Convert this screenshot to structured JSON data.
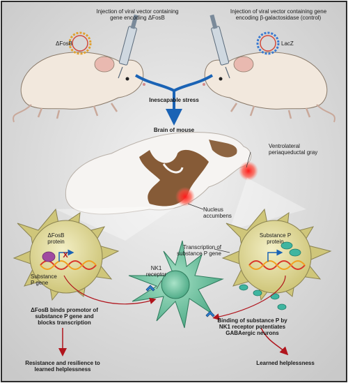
{
  "injection_fosb": "Injection of viral vector containing gene encoding ΔFosB",
  "injection_lacz": "Injection of viral vector containing gene encoding β-galactosidase (control)",
  "gene_fosb": "ΔFosB",
  "gene_lacz": "LacZ",
  "stress": "Inescapable stress",
  "brain": "Brain of mouse",
  "vlpag": "Ventrolateral periaqueductal gray",
  "nucleus": "Nucleus accumbens",
  "fosb_protein": "ΔFosB protein",
  "substance_p_gene": "Substance P gene",
  "substance_p_protein": "Substance P protein",
  "transcription": "Transcription of substance P gene",
  "nk1": "NK1 receptor",
  "fosb_binds": "ΔFosB binds promotor of substance P gene and blocks transcription",
  "binding": "Binding of substance P by NK1 receptor potentiates GABAergic neurons",
  "resistance": "Resistance and resilience to learned helplessness",
  "helplessness": "Learned helplessness",
  "block_mark": "X",
  "colors": {
    "frame": "#2b2b2b",
    "background": "#d9d9d9",
    "mouse": "#f2e8dd",
    "mouse_shade": "#c9b7a6",
    "ear_pink": "#e9b9b0",
    "brain": "#f6f4f2",
    "brain_tract": "#7a4a22",
    "hotspot": "#ff2020",
    "neuron_yellow": "#d8d17a",
    "neuron_green": "#6fc4a1",
    "dna_red": "#d8352a",
    "dna_orange": "#f0a020",
    "arrow_blue": "#1a63b5",
    "arrow_red": "#b0141c",
    "substance_p": "#3fb5a0",
    "receptor": "#2d7fd0",
    "fosb_purple": "#a04aa0"
  }
}
